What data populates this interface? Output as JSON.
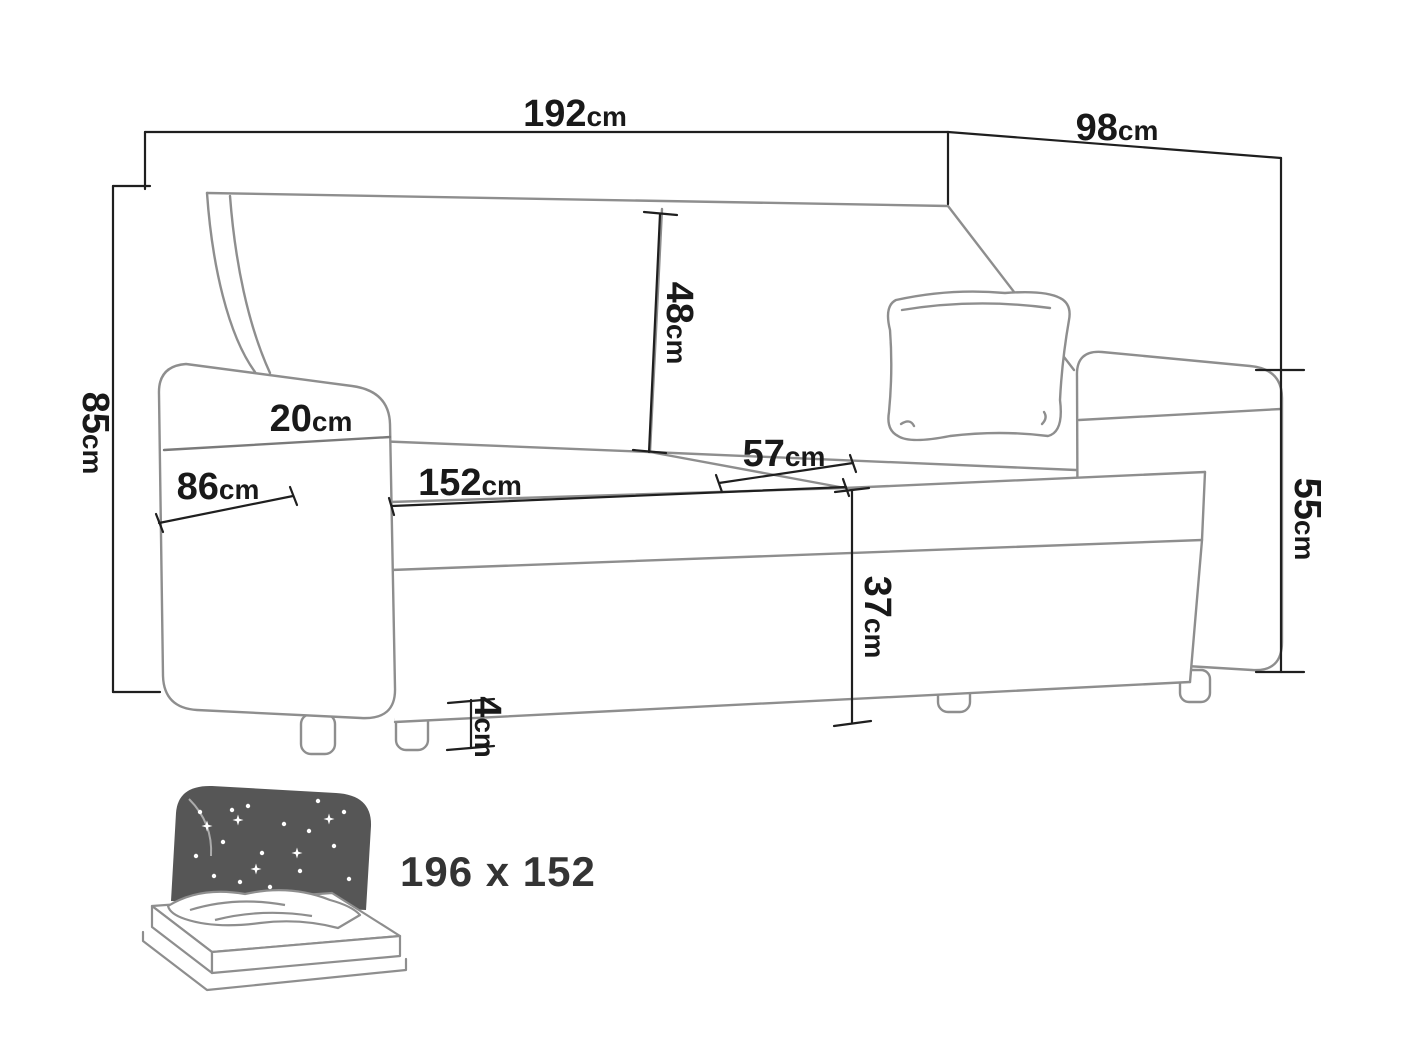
{
  "diagram": {
    "title": "sofa-bed-dimension-diagram",
    "background_color": "#ffffff",
    "sofa_line_color": "#8e8e8e",
    "dimension_line_color": "#1f1f1f",
    "bed_icon_color": "#565656"
  },
  "dimensions": {
    "overall_width": {
      "value": "192",
      "unit": "cm"
    },
    "overall_depth": {
      "value": "98",
      "unit": "cm"
    },
    "overall_height": {
      "value": "85",
      "unit": "cm"
    },
    "backrest_height": {
      "value": "48",
      "unit": "cm"
    },
    "armrest_width": {
      "value": "20",
      "unit": "cm"
    },
    "armrest_depth": {
      "value": "86",
      "unit": "cm"
    },
    "seat_width": {
      "value": "152",
      "unit": "cm"
    },
    "seat_depth": {
      "value": "57",
      "unit": "cm"
    },
    "armrest_height": {
      "value": "55",
      "unit": "cm"
    },
    "seat_height": {
      "value": "37",
      "unit": "cm"
    },
    "leg_height": {
      "value": "4",
      "unit": "cm"
    }
  },
  "sleeping_area": {
    "label": "196 x 152"
  }
}
